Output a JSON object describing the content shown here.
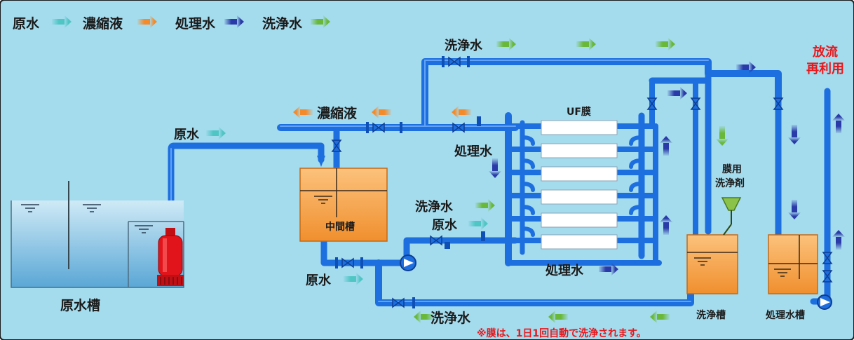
{
  "colors": {
    "background": "#a4dbed",
    "pipe": "#1d6fe0",
    "pipe_dark": "#0d4fb5",
    "tank_orange": "#f7a24a",
    "arrow_raw": "#4fc6c4",
    "arrow_concentrate": "#f58a2a",
    "arrow_treated": "#2a3aa8",
    "arrow_wash": "#6ab83a",
    "pump_red": "#e0141a",
    "note_red": "#e8171b"
  },
  "legend": [
    {
      "label": "原水",
      "arrow": "raw"
    },
    {
      "label": "濃縮液",
      "arrow": "concentrate"
    },
    {
      "label": "処理水",
      "arrow": "treated"
    },
    {
      "label": "洗浄水",
      "arrow": "wash"
    }
  ],
  "labels": {
    "wash_top": "洗浄水",
    "discharge_line1": "放流",
    "discharge_line2": "再利用",
    "concentrate": "濃縮液",
    "raw_to_middle": "原水",
    "uf_membrane": "UF膜",
    "treated_left": "処理水",
    "membrane_chem_line1": "膜用",
    "membrane_chem_line2": "洗浄剤",
    "wash_inlet": "洗浄水",
    "raw_inlet": "原水",
    "treated_bottom": "処理水",
    "raw_bottom": "原水",
    "wash_bottom": "洗浄水",
    "raw_tank": "原水槽",
    "middle_tank": "中間槽",
    "wash_tank": "洗浄槽",
    "treated_tank": "処理水槽",
    "note": "※膜は、1日1回自動で洗浄されます。"
  },
  "icons": [
    "submersible-pump-icon",
    "circulation-pump-icon",
    "valve-icon",
    "flow-arrow-icon"
  ]
}
